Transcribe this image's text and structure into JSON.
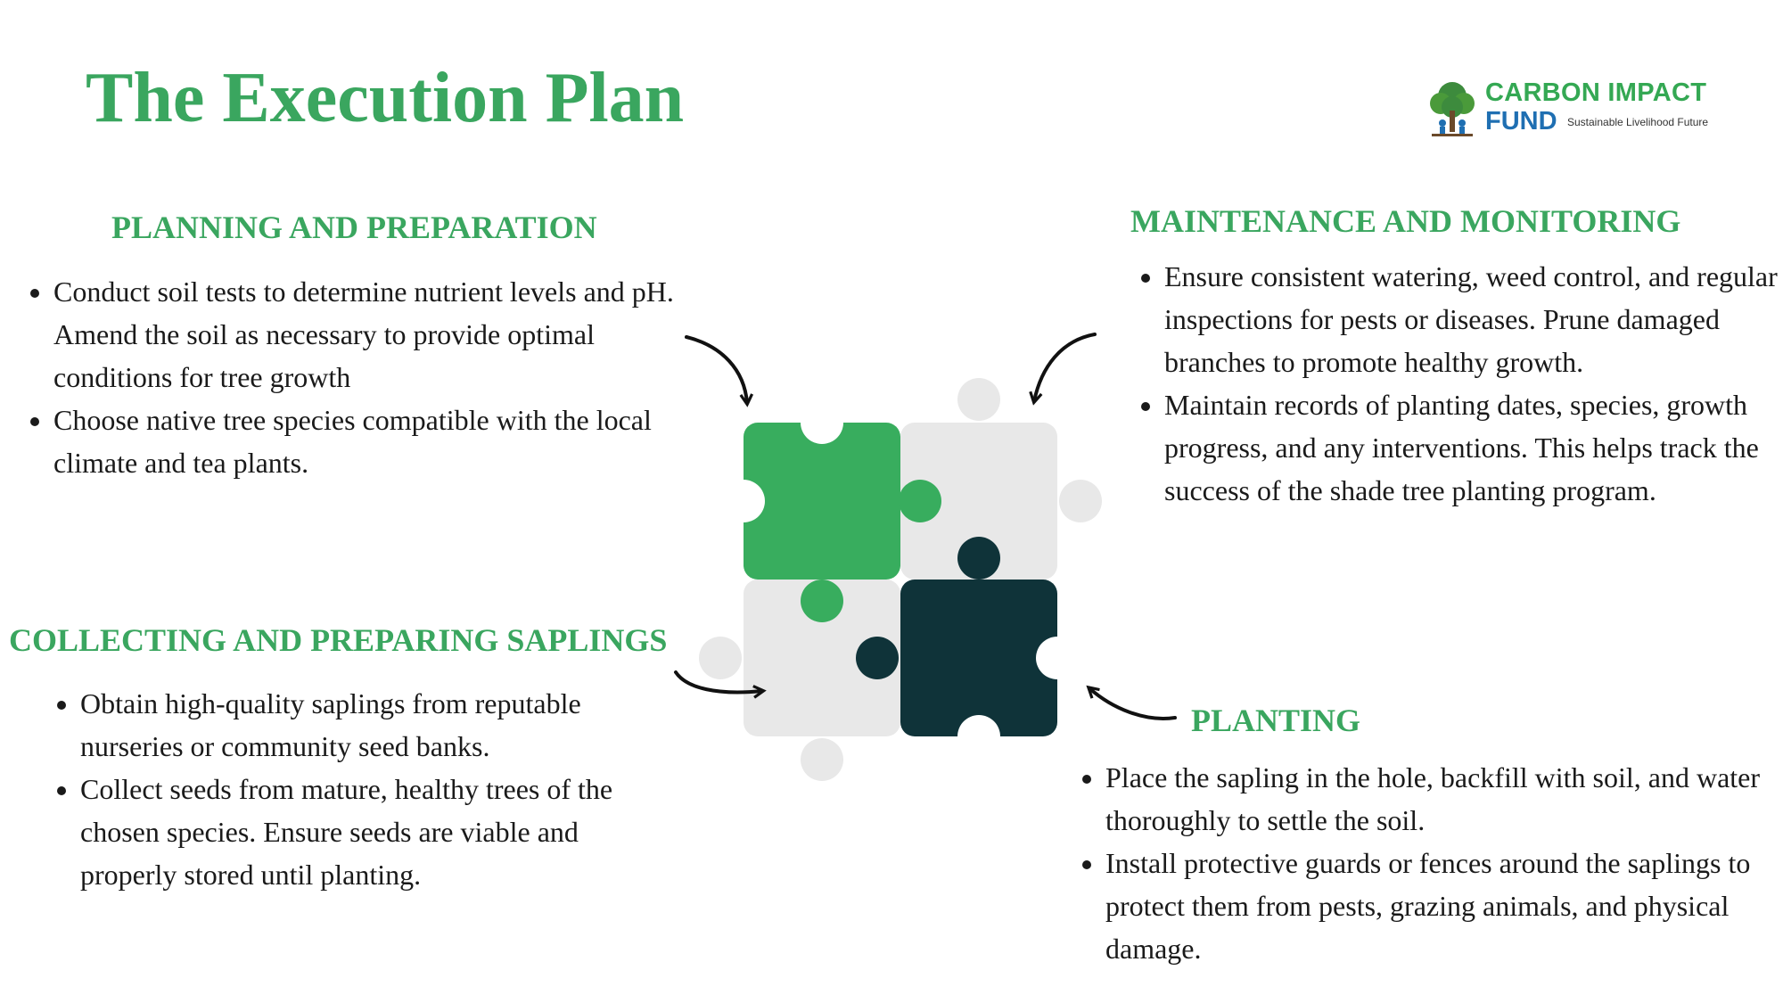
{
  "title": "The Execution Plan",
  "logo": {
    "line1": "CARBON IMPACT",
    "line2": "FUND",
    "tagline": "Sustainable Livelihood Future"
  },
  "sections": {
    "planning": {
      "title": "PLANNING AND PREPARATION",
      "items": [
        "Conduct soil tests to determine nutrient levels and pH. Amend the soil as necessary to provide optimal conditions for tree growth",
        "Choose native tree species compatible with the local climate and tea plants."
      ]
    },
    "maintenance": {
      "title": "MAINTENANCE AND MONITORING",
      "items": [
        "Ensure consistent watering, weed control, and regular inspections for pests or diseases. Prune damaged branches to promote healthy growth.",
        "Maintain records of planting dates, species, growth progress, and any interventions. This helps track the success of the shade tree planting program."
      ]
    },
    "collecting": {
      "title": "COLLECTING AND PREPARING SAPLINGS",
      "items": [
        "Obtain high-quality saplings from reputable nurseries or community seed banks.",
        "Collect seeds from mature, healthy trees of the chosen species. Ensure seeds are viable and properly stored until planting."
      ]
    },
    "planting": {
      "title": "PLANTING",
      "items": [
        "Place the sapling in the hole, backfill with soil, and water thoroughly to settle the soil.",
        "Install protective guards or fences around the saplings to protect them from pests, grazing animals, and physical damage."
      ]
    }
  },
  "colors": {
    "green": "#38ad5e",
    "light_gray": "#e8e8e8",
    "dark_teal": "#0f3339",
    "heading_green": "#3aa65f"
  }
}
